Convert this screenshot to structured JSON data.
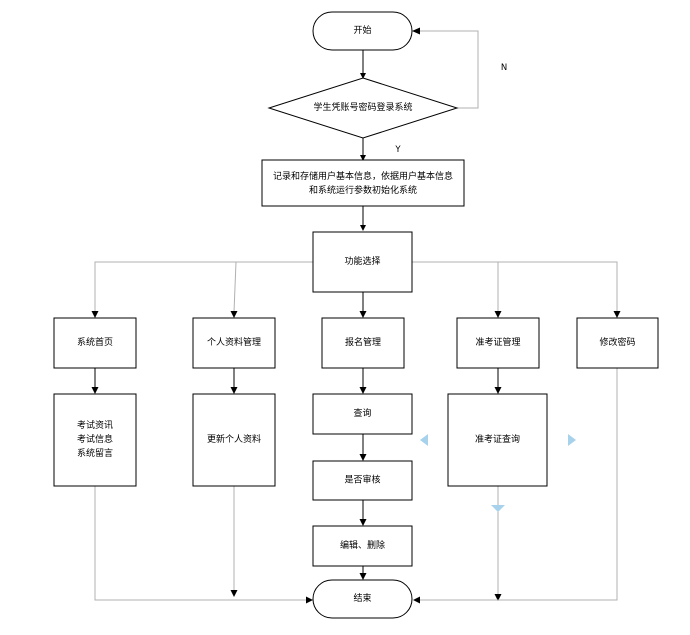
{
  "nodes": {
    "start": "开始",
    "login": "学生凭账号密码登录系统",
    "record_line1": "记录和存储用户基本信息，依据用户基本信息",
    "record_line2": "和系统运行参数初始化系统",
    "select": "功能选择",
    "home": "系统首页",
    "home_detail_1": "考试资讯",
    "home_detail_2": "考试信息",
    "home_detail_3": "系统留言",
    "profile": "个人资料管理",
    "profile_detail": "更新个人资料",
    "signup": "报名管理",
    "query": "查询",
    "review": "是否审核",
    "edit": "编辑、删除",
    "ticket": "准考证管理",
    "ticket_detail": "准考证查询",
    "password": "修改密码",
    "end": "结束"
  },
  "edge_labels": {
    "no": "N",
    "yes": "Y"
  }
}
